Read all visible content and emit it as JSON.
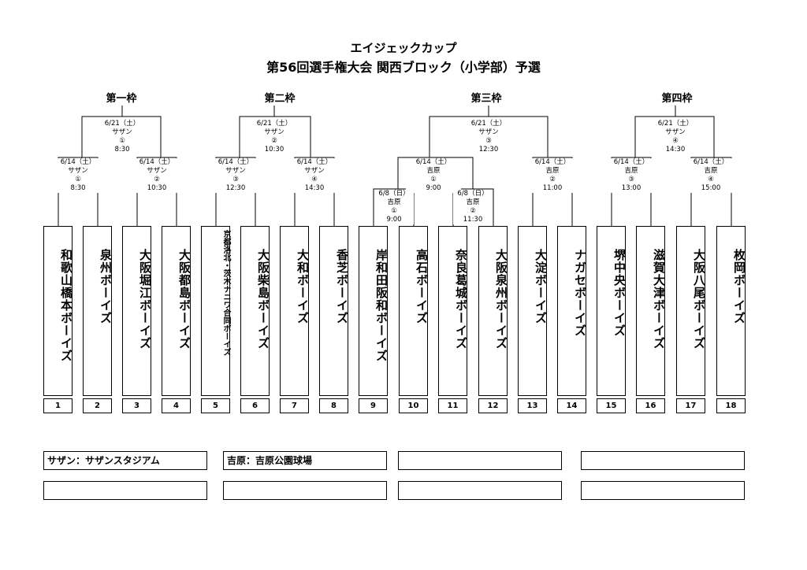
{
  "title_line1": "エイジェックカップ",
  "title_line2": "第56回選手権大会 関西ブロック（小学部）予選",
  "groups": [
    "第一枠",
    "第二枠",
    "第三枠",
    "第四枠"
  ],
  "matches": {
    "f1": [
      "6/21（土）",
      "サザン",
      "①",
      "8:30"
    ],
    "f2": [
      "6/21（土）",
      "サザン",
      "②",
      "10:30"
    ],
    "f3": [
      "6/21（土）",
      "サザン",
      "③",
      "12:30"
    ],
    "f4": [
      "6/21（土）",
      "サザン",
      "④",
      "14:30"
    ],
    "a": [
      "6/14（土）",
      "サザン",
      "①",
      "8:30"
    ],
    "b": [
      "6/14（土）",
      "サザン",
      "②",
      "10:30"
    ],
    "c": [
      "6/14（土）",
      "サザン",
      "③",
      "12:30"
    ],
    "d": [
      "6/14（土）",
      "サザン",
      "④",
      "14:30"
    ],
    "e": [
      "6/14（土）",
      "吉原",
      "①",
      "9:00"
    ],
    "g": [
      "6/14（土）",
      "吉原",
      "②",
      "11:00"
    ],
    "h": [
      "6/14（土）",
      "吉原",
      "③",
      "13:00"
    ],
    "i": [
      "6/14（土）",
      "吉原",
      "④",
      "15:00"
    ],
    "p1": [
      "6/8（日）",
      "吉原",
      "①",
      "9:00"
    ],
    "p2": [
      "6/8（日）",
      "吉原",
      "②",
      "11:30"
    ]
  },
  "teams": [
    "和歌山橋本ボーイズ",
    "泉州ボーイズ",
    "大阪堀江ボーイズ",
    "大阪都島ボーイズ",
    "京都洛北・茨木ナニワ合同ボーイズ",
    "大阪柴島ボーイズ",
    "大和ボーイズ",
    "香芝ボーイズ",
    "岸和田阪和ボーイズ",
    "高石ボーイズ",
    "奈良葛城ボーイズ",
    "大阪泉州ボーイズ",
    "大淀ボーイズ",
    "ナガセボーイズ",
    "堺中央ボーイズ",
    "滋賀大津ボーイズ",
    "大阪八尾ボーイズ",
    "枚岡ボーイズ"
  ],
  "numbers": [
    "1",
    "2",
    "3",
    "4",
    "5",
    "6",
    "7",
    "8",
    "9",
    "10",
    "11",
    "12",
    "13",
    "14",
    "15",
    "16",
    "17",
    "18"
  ],
  "footer": {
    "row1": [
      "サザン：サザンスタジアム",
      "吉原：吉原公園球場",
      "",
      ""
    ],
    "row2": [
      "",
      "",
      "",
      ""
    ]
  }
}
